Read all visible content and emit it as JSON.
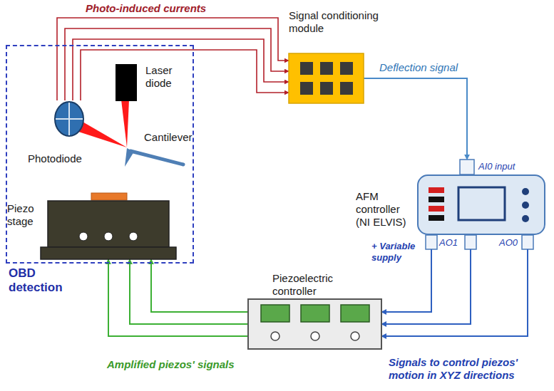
{
  "diagram": {
    "nodes": [
      {
        "text": [
          "OBD detection"
        ]
      },
      {
        "text": [
          "Photodiode"
        ],
        "in": 0
      },
      {
        "text": [
          "Laser diode"
        ],
        "in": 0
      },
      {
        "text": [
          "Piezo stage"
        ],
        "in": 0
      },
      {
        "text": [
          "Signal conditioning module"
        ]
      },
      {
        "text": [
          "AFM controller (NI ELVIS)"
        ]
      },
      {
        "text": [
          "Piezoelectric controller"
        ]
      }
    ],
    "edges": [
      {
        "from": 1,
        "to": 4,
        "arrow": "to",
        "label": "Photo-induced currents"
      },
      {
        "from": 1,
        "to": 4,
        "arrow": "to"
      },
      {
        "from": 1,
        "to": 4,
        "arrow": "to"
      },
      {
        "from": 1,
        "to": 4,
        "arrow": "to"
      },
      {
        "from": 4,
        "to": 5,
        "arrow": "to",
        "label": "Deflection signal"
      },
      {
        "from": 5,
        "to": 6,
        "arrow": "to",
        "label": "Signals to control piezos' motion in XYZ directions"
      },
      {
        "from": 5,
        "to": 6,
        "arrow": "to"
      },
      {
        "from": 5,
        "to": 6,
        "arrow": "to"
      },
      {
        "from": 6,
        "to": 3,
        "arrow": "to",
        "label": "Amplified piezos' signals"
      },
      {
        "from": 6,
        "to": 3,
        "arrow": "to"
      },
      {
        "from": 6,
        "to": 3,
        "arrow": "to"
      }
    ],
    "labels": [
      "Cantilever",
      "AI0 input",
      "+ Variable supply",
      "AO1",
      "AO0"
    ]
  }
}
